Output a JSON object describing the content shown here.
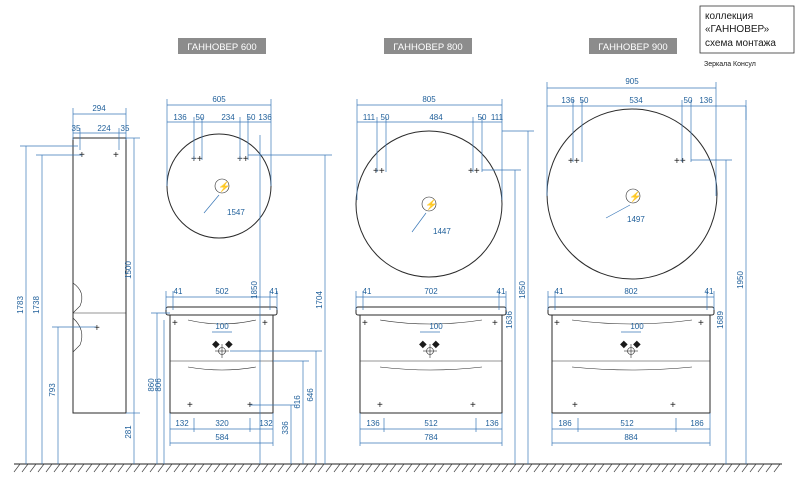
{
  "header": {
    "lines": [
      "коллекция",
      "«ГАННОВЕР»",
      "схема монтажа"
    ],
    "mirror_note": "Зеркала Консул"
  },
  "models": [
    {
      "title": "ГАННОВЕР 600",
      "mirror_width": "605",
      "mirror_offsets": [
        "136",
        "50",
        "234",
        "50",
        "136"
      ],
      "mirror_center_height": "1547",
      "basin_top": [
        "41",
        "502",
        "41"
      ],
      "basin_center": "100",
      "cabinet_bottom": [
        "132",
        "320",
        "132"
      ],
      "cabinet_width": "584",
      "heights": {
        "mirror_top": "1850",
        "mirror_total": "1704",
        "cabinet_top": "860",
        "cabinet_side": "806",
        "pipe": "646",
        "drain": "616",
        "bottom": "336"
      }
    },
    {
      "title": "ГАННОВЕР 800",
      "mirror_width": "805",
      "mirror_offsets": [
        "111",
        "50",
        "484",
        "50",
        "111"
      ],
      "mirror_center_height": "1447",
      "basin_top": [
        "41",
        "702",
        "41"
      ],
      "basin_center": "100",
      "cabinet_bottom": [
        "136",
        "512",
        "136"
      ],
      "cabinet_width": "784",
      "heights": {
        "mirror_top": "1850",
        "mirror_total": "1636"
      }
    },
    {
      "title": "ГАННОВЕР 900",
      "mirror_width": "905",
      "mirror_offsets": [
        "136",
        "50",
        "534",
        "50",
        "136"
      ],
      "mirror_center_height": "1497",
      "basin_top": [
        "41",
        "802",
        "41"
      ],
      "basin_center": "100",
      "cabinet_bottom": [
        "186",
        "512",
        "186"
      ],
      "cabinet_width": "884",
      "heights": {
        "mirror_top": "1950",
        "mirror_total": "1689"
      }
    }
  ],
  "column": {
    "width": "294",
    "inner": [
      "35",
      "224",
      "35"
    ],
    "heights": {
      "total": "1783",
      "top": "1738",
      "body": "1500",
      "door": "793",
      "floor": "281"
    }
  }
}
